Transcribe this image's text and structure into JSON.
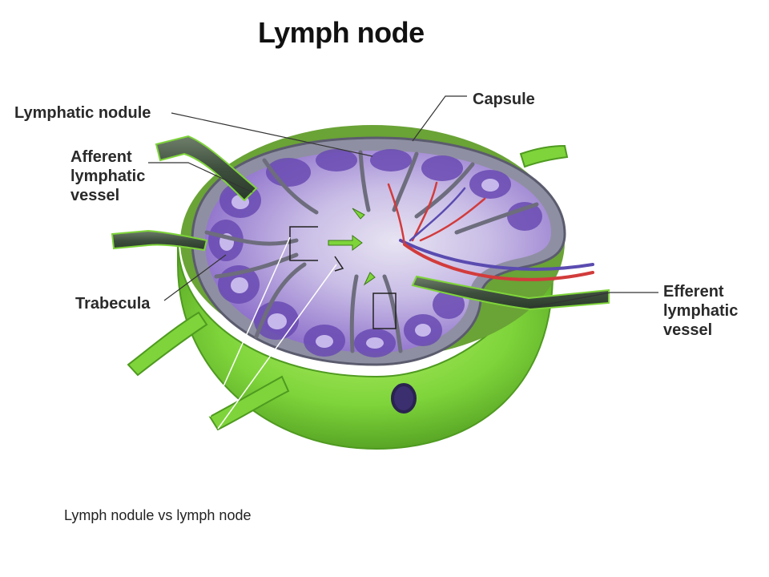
{
  "title": "Lymph node",
  "labels": {
    "capsule": "Capsule",
    "lymphatic_nodule": "Lymphatic nodule",
    "afferent": "Afferent\nlymphatic\nvessel",
    "trabecula": "Trabecula",
    "efferent": "Efferent\nlymphatic\nvessel"
  },
  "caption": "Lymph nodule vs lymph node",
  "colors": {
    "capsule_green": "#7ed43a",
    "capsule_dark": "#4f9a20",
    "cortex_purple": "#8a6bc9",
    "nodule_purple": "#6a4bb3",
    "medulla": "#e4e0ee",
    "trabecula_gray": "#6d6d7d",
    "artery": "#d23b3b",
    "vein": "#5a4bb0"
  }
}
